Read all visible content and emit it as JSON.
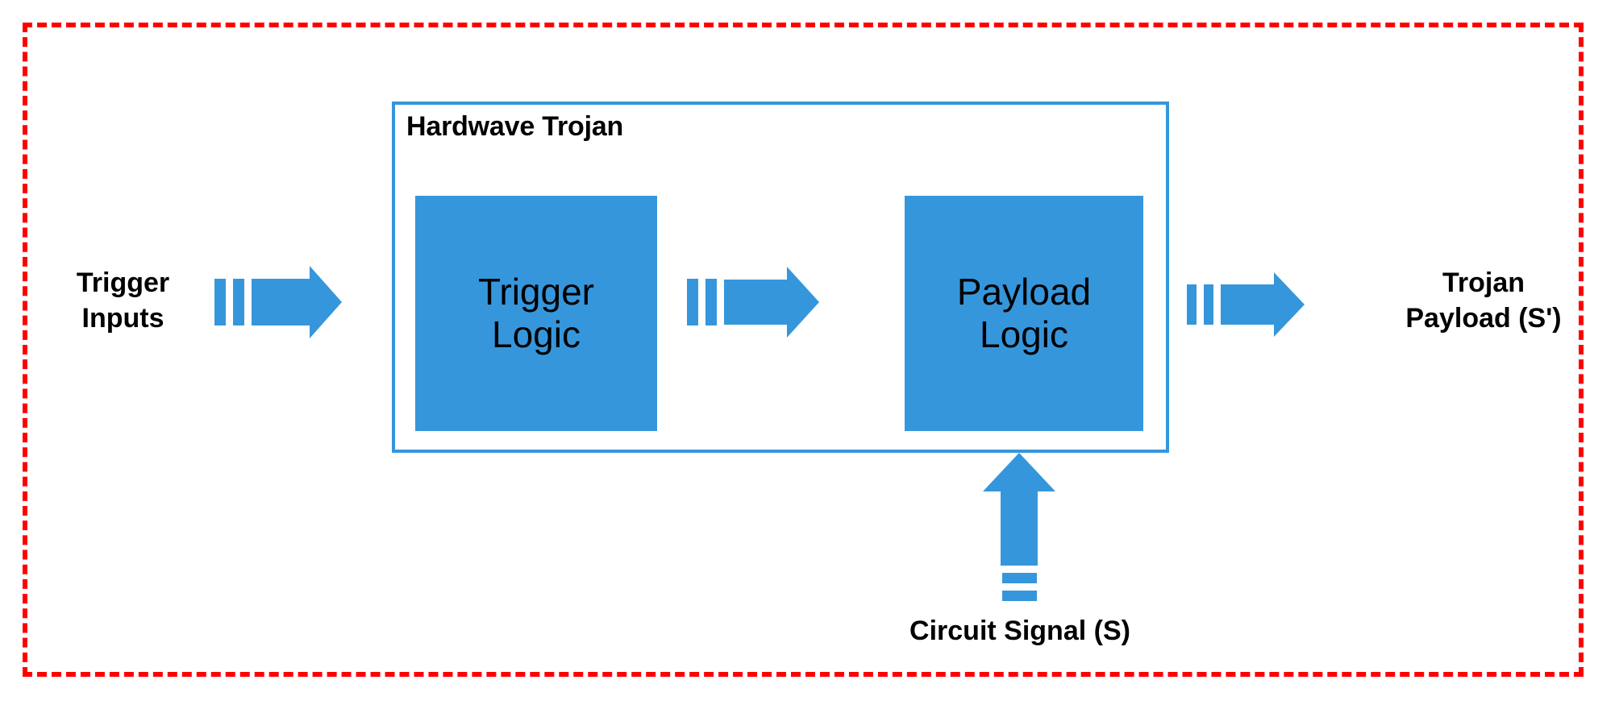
{
  "diagram": {
    "title_hidden": "Hardware Trojan block diagram",
    "boundary": {
      "name": "outer-boundary",
      "style": "dashed",
      "color": "#FF0000"
    },
    "container": {
      "label": "Hardwave Trojan",
      "border_color": "#3696DC"
    },
    "blocks": [
      {
        "id": "trigger-logic",
        "label": "Trigger\nLogic",
        "fill": "#3696DC",
        "text_color": "#000000"
      },
      {
        "id": "payload-logic",
        "label": "Payload\nLogic",
        "fill": "#3696DC",
        "text_color": "#000000"
      }
    ],
    "labels": {
      "trigger_inputs": "Trigger\nInputs",
      "trojan_payload": "Trojan\nPayload (S')",
      "circuit_signal": "Circuit Signal (S)"
    },
    "arrows": [
      {
        "id": "arrow-in",
        "direction": "right",
        "from": "Trigger Inputs",
        "to": "Trigger Logic",
        "color": "#3696DC"
      },
      {
        "id": "arrow-trig-to-pay",
        "direction": "right",
        "from": "Trigger Logic",
        "to": "Payload Logic",
        "color": "#3696DC"
      },
      {
        "id": "arrow-out",
        "direction": "right",
        "from": "Payload Logic",
        "to": "Trojan Payload (S')",
        "color": "#3696DC"
      },
      {
        "id": "arrow-signal",
        "direction": "up",
        "from": "Circuit Signal (S)",
        "to": "Payload Logic",
        "color": "#3696DC"
      }
    ],
    "colors": {
      "accent_blue": "#3696DC",
      "boundary_red": "#FF0000",
      "background": "#FFFFFF",
      "text": "#000000"
    }
  }
}
